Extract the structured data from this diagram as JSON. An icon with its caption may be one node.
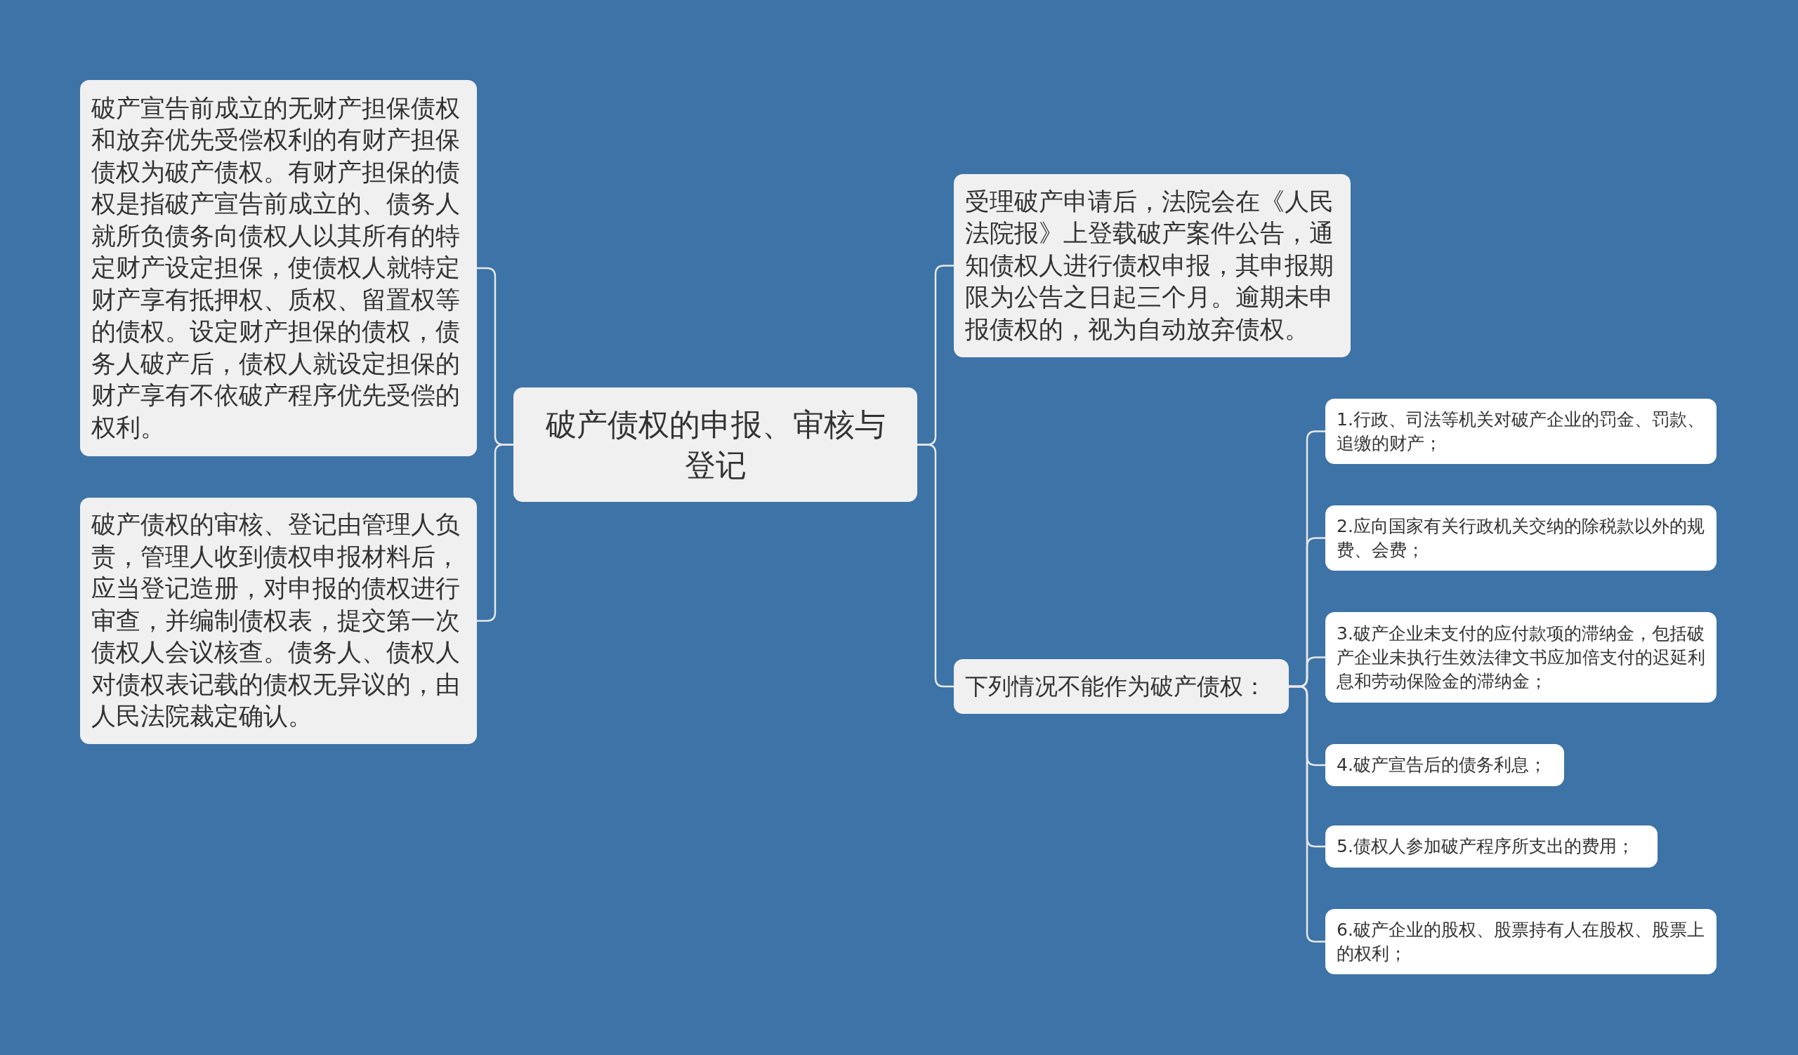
{
  "diagram": {
    "nodes": [
      {
        "text": [
          "破产债权的申报、审核与登记"
        ]
      },
      {
        "text": [
          "破产宣告前成立的无财产担保债权和放弃优先受偿权利的有财产担保债权为破产债权。有财产担保的债权是指破产宣告前成立的、债务人就所负债务向债权人以其所有的特定财产设定担保，使债权人就特定财产享有抵押权、质权、留置权等的债权。设定财产担保的债权，债务人破产后，债权人就设定担保的财产享有不依破产程序优先受偿的权利。"
        ]
      },
      {
        "text": [
          "破产债权的审核、登记由管理人负责，管理人收到债权申报材料后，应当登记造册，对申报的债权进行审查，并编制债权表，提交第一次债权人会议核查。债务人、债权人对债权表记载的债权无异议的，由人民法院裁定确认。"
        ]
      },
      {
        "text": [
          "受理破产申请后，法院会在《人民法院报》上登载破产案件公告，通知债权人进行债权申报，其申报期限为公告之日起三个月。逾期未申报债权的，视为自动放弃债权。"
        ]
      },
      {
        "text": [
          "下列情况不能作为破产债权："
        ]
      },
      {
        "text": [
          "1.行政、司法等机关对破产企业的罚金、罚款、追缴的财产；"
        ]
      },
      {
        "text": [
          "2.应向国家有关行政机关交纳的除税款以外的规费、会费；"
        ]
      },
      {
        "text": [
          "3.破产企业未支付的应付款项的滞纳金，包括破产企业未执行生效法律文书应加倍支付的迟延利息和劳动保险金的滞纳金；"
        ]
      },
      {
        "text": [
          "4.破产宣告后的债务利息；"
        ]
      },
      {
        "text": [
          "5.债权人参加破产程序所支出的费用；"
        ]
      },
      {
        "text": [
          "6.破产企业的股权、股票持有人在股权、股票上的权利；"
        ]
      }
    ],
    "edges": [
      {
        "from": 0,
        "to": 1,
        "arrow": "none"
      },
      {
        "from": 0,
        "to": 2,
        "arrow": "none"
      },
      {
        "from": 0,
        "to": 3,
        "arrow": "none"
      },
      {
        "from": 0,
        "to": 4,
        "arrow": "none"
      },
      {
        "from": 4,
        "to": 5,
        "arrow": "none"
      },
      {
        "from": 4,
        "to": 6,
        "arrow": "none"
      },
      {
        "from": 4,
        "to": 7,
        "arrow": "none"
      },
      {
        "from": 4,
        "to": 8,
        "arrow": "none"
      },
      {
        "from": 4,
        "to": 9,
        "arrow": "none"
      },
      {
        "from": 4,
        "to": 10,
        "arrow": "none"
      }
    ]
  }
}
